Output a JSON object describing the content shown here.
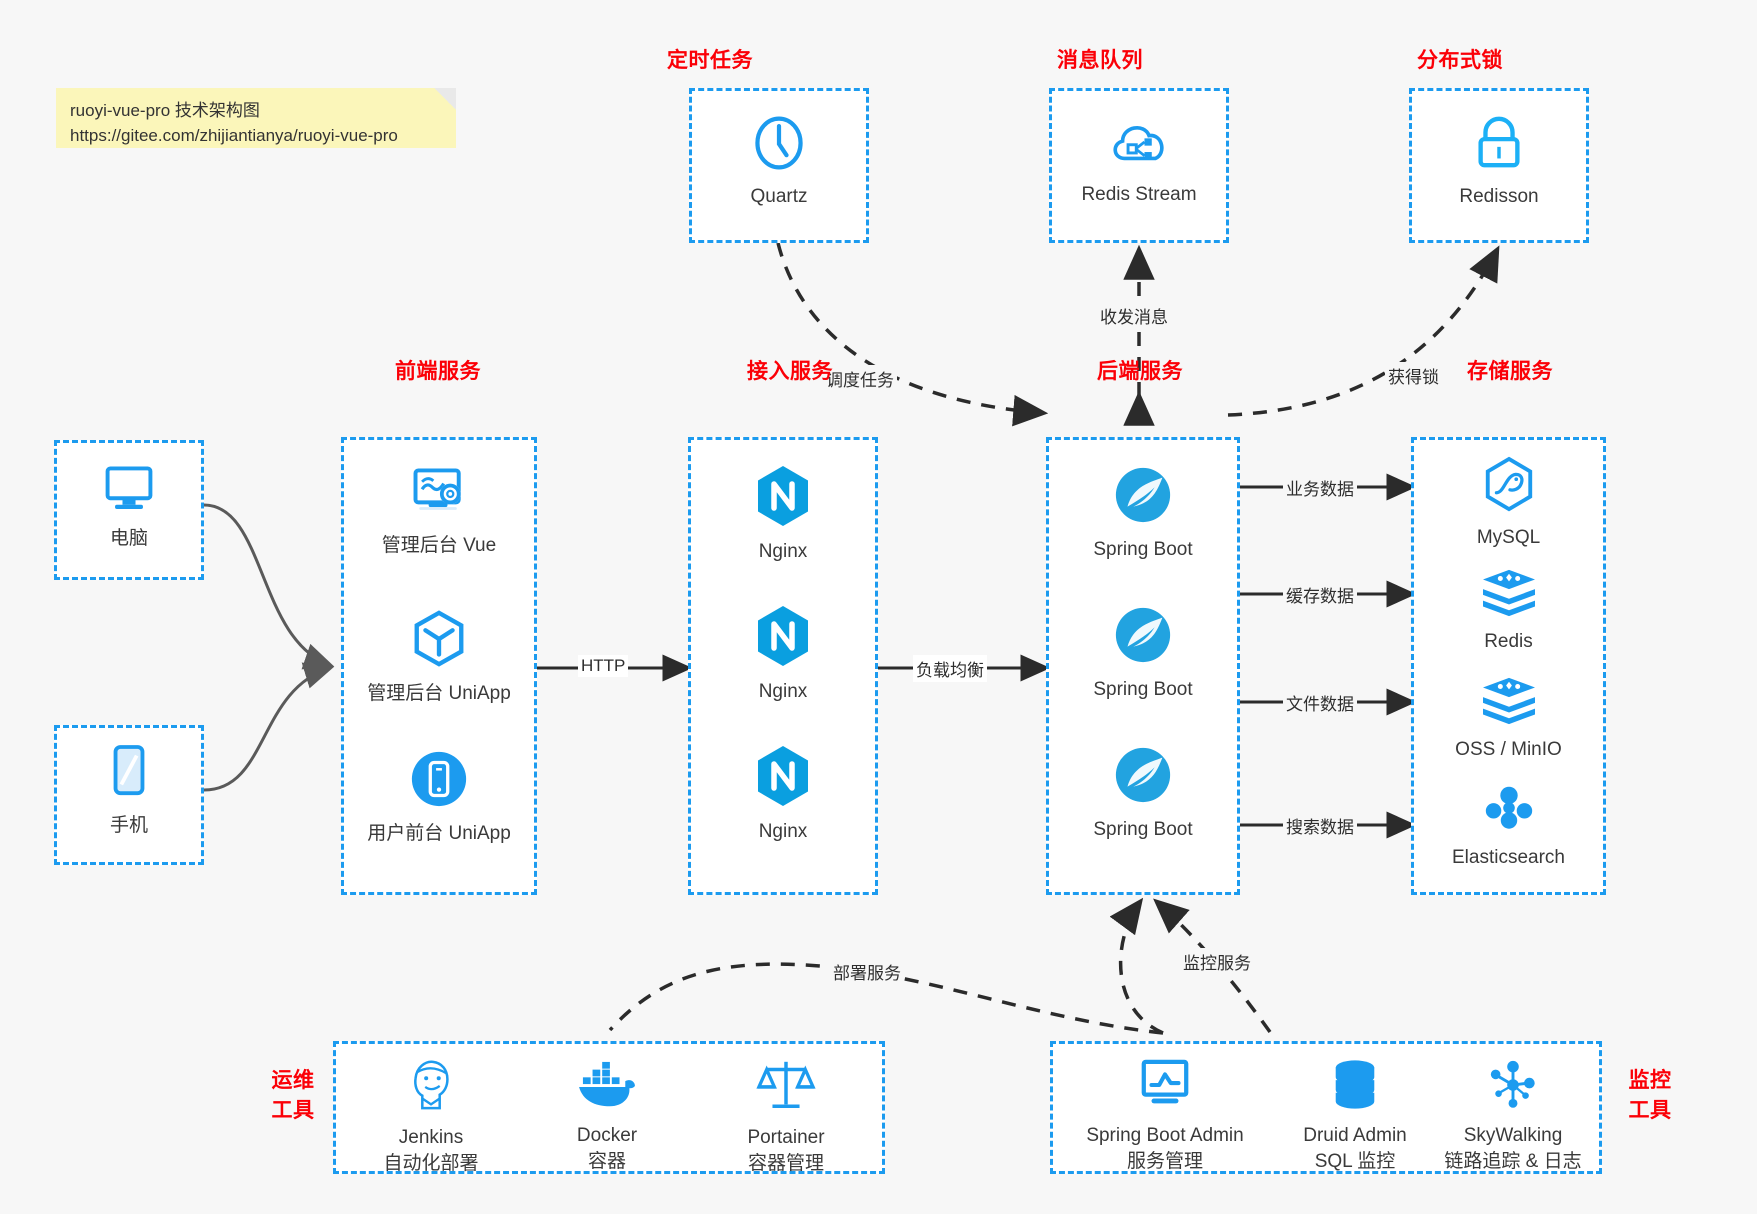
{
  "note": {
    "line1": "ruoyi-vue-pro 技术架构图",
    "line2": "https://gitee.com/zhijiantianya/ruoyi-vue-pro"
  },
  "colors": {
    "accent": "#1c9bef",
    "title_red": "#fb0007",
    "note_bg": "#fbf6ba",
    "canvas_bg": "#f7f7f7",
    "edge": "#2e2e2e",
    "curve": "#595959"
  },
  "groups": {
    "scheduler": {
      "title": "定时任务",
      "nodes": [
        {
          "label": "Quartz",
          "icon": "clock-icon"
        }
      ]
    },
    "mq": {
      "title": "消息队列",
      "nodes": [
        {
          "label": "Redis Stream",
          "icon": "cloud-stream-icon"
        }
      ]
    },
    "lock": {
      "title": "分布式锁",
      "nodes": [
        {
          "label": "Redisson",
          "icon": "lock-icon"
        }
      ]
    },
    "clients": {
      "nodes": [
        {
          "label": "电脑",
          "icon": "desktop-icon"
        },
        {
          "label": "手机",
          "icon": "mobile-icon"
        }
      ]
    },
    "frontend": {
      "title": "前端服务",
      "nodes": [
        {
          "label": "管理后台 Vue",
          "icon": "dashboard-gear-icon"
        },
        {
          "label": "管理后台 UniApp",
          "icon": "cube-icon"
        },
        {
          "label": "用户前台 UniApp",
          "icon": "phone-round-icon"
        }
      ]
    },
    "gateway": {
      "title": "接入服务",
      "nodes": [
        {
          "label": "Nginx",
          "icon": "nginx-icon"
        },
        {
          "label": "Nginx",
          "icon": "nginx-icon"
        },
        {
          "label": "Nginx",
          "icon": "nginx-icon"
        }
      ]
    },
    "backend": {
      "title": "后端服务",
      "nodes": [
        {
          "label": "Spring Boot",
          "icon": "spring-icon"
        },
        {
          "label": "Spring Boot",
          "icon": "spring-icon"
        },
        {
          "label": "Spring Boot",
          "icon": "spring-icon"
        }
      ]
    },
    "storage": {
      "title": "存储服务",
      "nodes": [
        {
          "label": "MySQL",
          "icon": "mysql-icon"
        },
        {
          "label": "Redis",
          "icon": "redis-icon"
        },
        {
          "label": "OSS / MinIO",
          "icon": "oss-icon"
        },
        {
          "label": "Elasticsearch",
          "icon": "elasticsearch-icon"
        }
      ]
    },
    "devops": {
      "title_line1": "运维",
      "title_line2": "工具",
      "nodes": [
        {
          "label": "Jenkins",
          "sub": "自动化部署",
          "icon": "jenkins-icon"
        },
        {
          "label": "Docker",
          "sub": "容器",
          "icon": "docker-icon"
        },
        {
          "label": "Portainer",
          "sub": "容器管理",
          "icon": "portainer-icon"
        }
      ]
    },
    "monitor": {
      "title_line1": "监控",
      "title_line2": "工具",
      "nodes": [
        {
          "label": "Spring Boot Admin",
          "sub": "服务管理",
          "icon": "monitor-chart-icon"
        },
        {
          "label": "Druid Admin",
          "sub": "SQL 监控",
          "icon": "database-icon"
        },
        {
          "label": "SkyWalking",
          "sub": "链路追踪 & 日志",
          "icon": "skywalking-icon"
        }
      ]
    }
  },
  "edges": {
    "schedule_task": "调度任务",
    "send_receive_message": "收发消息",
    "acquire_lock": "获得锁",
    "http": "HTTP",
    "load_balance": "负载均衡",
    "business_data": "业务数据",
    "cache_data": "缓存数据",
    "file_data": "文件数据",
    "search_data": "搜索数据",
    "deploy_service": "部署服务",
    "monitor_service": "监控服务"
  }
}
